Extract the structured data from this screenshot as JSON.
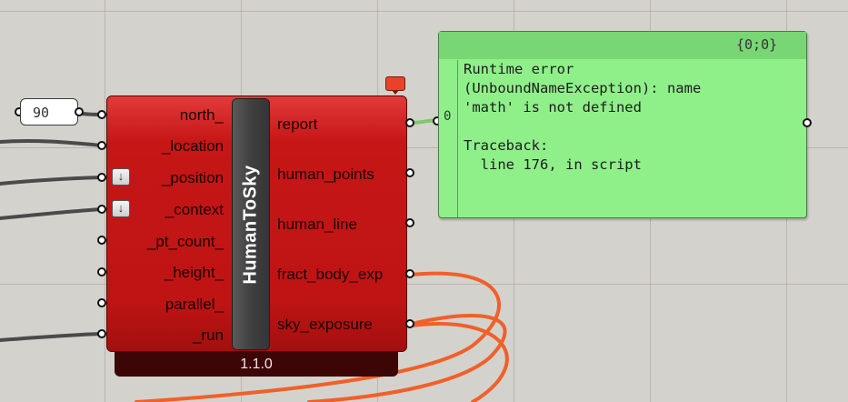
{
  "canvas": {
    "background": "#d4d2cc",
    "wire_color": "#4a4a4a",
    "highlight_wire_color": "#f0602a",
    "panel_wire_color": "#7ec86d"
  },
  "number_param": {
    "value": "90"
  },
  "component": {
    "name": "HumanToSky",
    "version": "1.1.0",
    "color": "#c61616",
    "inputs": [
      {
        "label": "north_"
      },
      {
        "label": "_location"
      },
      {
        "label": "_position"
      },
      {
        "label": "_context"
      },
      {
        "label": "_pt_count_"
      },
      {
        "label": "_height_"
      },
      {
        "label": "parallel_"
      },
      {
        "label": "_run"
      }
    ],
    "outputs": [
      {
        "label": "report"
      },
      {
        "label": "human_points"
      },
      {
        "label": "human_line"
      },
      {
        "label": "fract_body_exp"
      },
      {
        "label": "sky_exposure"
      }
    ],
    "reorder_icon": "down-arrow-icon",
    "message_icon": "message-balloon-icon"
  },
  "panel": {
    "path": "{0;0}",
    "index": "0",
    "text": "Runtime error\n(UnboundNameException): name\n'math' is not defined\n\nTraceback:\n  line 176, in script",
    "color": "#8ff08a"
  }
}
